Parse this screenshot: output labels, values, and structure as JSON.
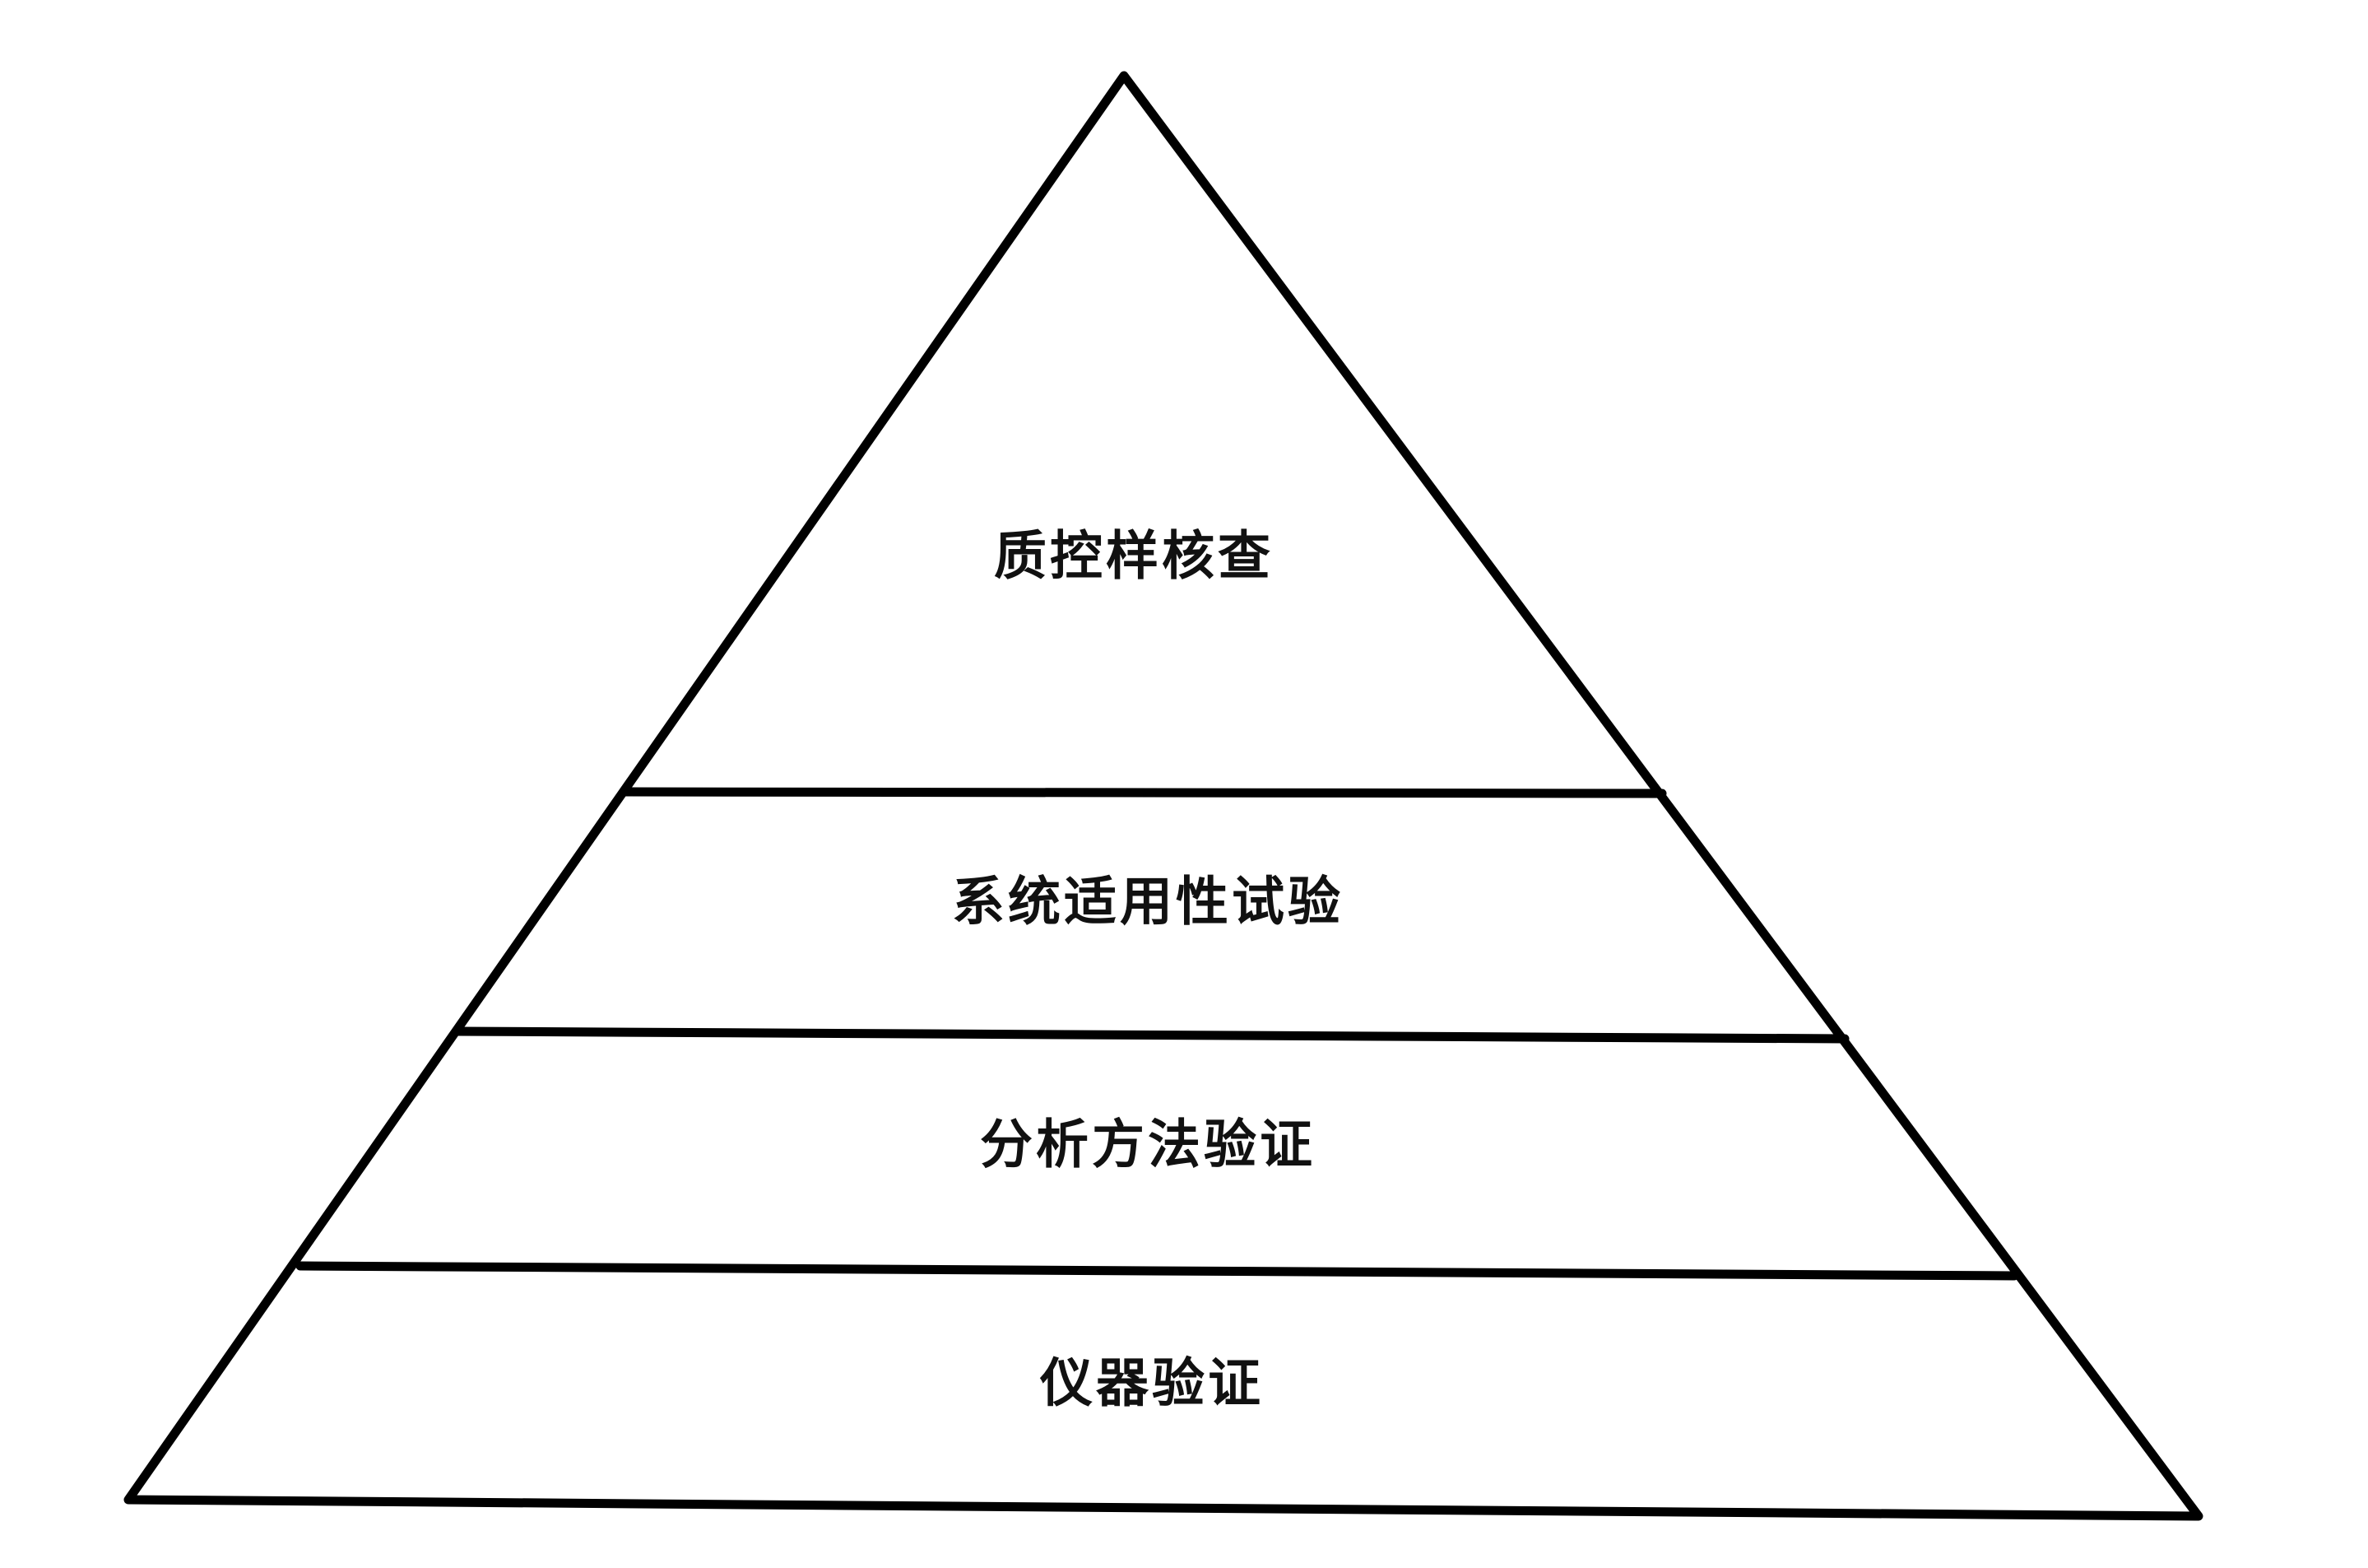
{
  "pyramid": {
    "levels": [
      {
        "label": "质控样核查"
      },
      {
        "label": "系统适用性试验"
      },
      {
        "label": "分析方法验证"
      },
      {
        "label": "仪器验证"
      }
    ]
  }
}
